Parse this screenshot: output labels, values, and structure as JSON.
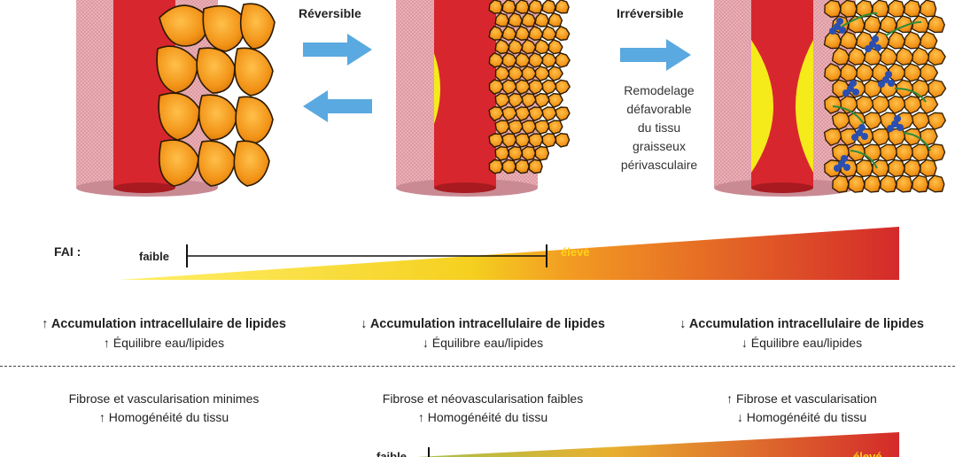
{
  "stages": {
    "reversible_label": "Réversible",
    "irreversible_label": "Irréversible",
    "remodel_caption": [
      "Remodelage",
      "défavorable",
      "du tissu",
      "graisseux",
      "périvasculaire"
    ]
  },
  "fai_scale": {
    "title": "FAI :",
    "low_label": "faible",
    "high_label": "élevé",
    "colors": {
      "start": "#fff06a",
      "mid": "#f5a623",
      "end": "#d42a2a"
    }
  },
  "columns": [
    {
      "lipid_line": "↑ Accumulation intracellulaire de lipides",
      "water_line": "↑ Équilibre eau/lipides",
      "fibrosis_line": "Fibrose et vascularisation minimes",
      "homogeneity_line": "↑  Homogénéité du tissu"
    },
    {
      "lipid_line": "↓ Accumulation intracellulaire de lipides",
      "water_line": "↓ Équilibre eau/lipides",
      "fibrosis_line": "Fibrose et néovascularisation faibles",
      "homogeneity_line": "↑ Homogénéité du tissu"
    },
    {
      "lipid_line": "↓ Accumulation intracellulaire de lipides",
      "water_line": "↓ Équilibre eau/lipides",
      "fibrosis_line": "↑  Fibrose et vascularisation",
      "homogeneity_line": "↓ Homogénéité du tissu"
    }
  ],
  "second_scale": {
    "low_label": "faible",
    "high_label": "élevé"
  },
  "palette": {
    "vessel_wall": "#e8a0a8",
    "vessel_lumen": "#d8262e",
    "fat_orange": "#f09a1a",
    "fat_outline": "#2a1a00",
    "plaque_yellow": "#f5ea1a",
    "arrow_blue": "#5aa9e0",
    "macrophage_blue": "#2a4fb0",
    "fibrosis_green": "#2e8b3a"
  }
}
